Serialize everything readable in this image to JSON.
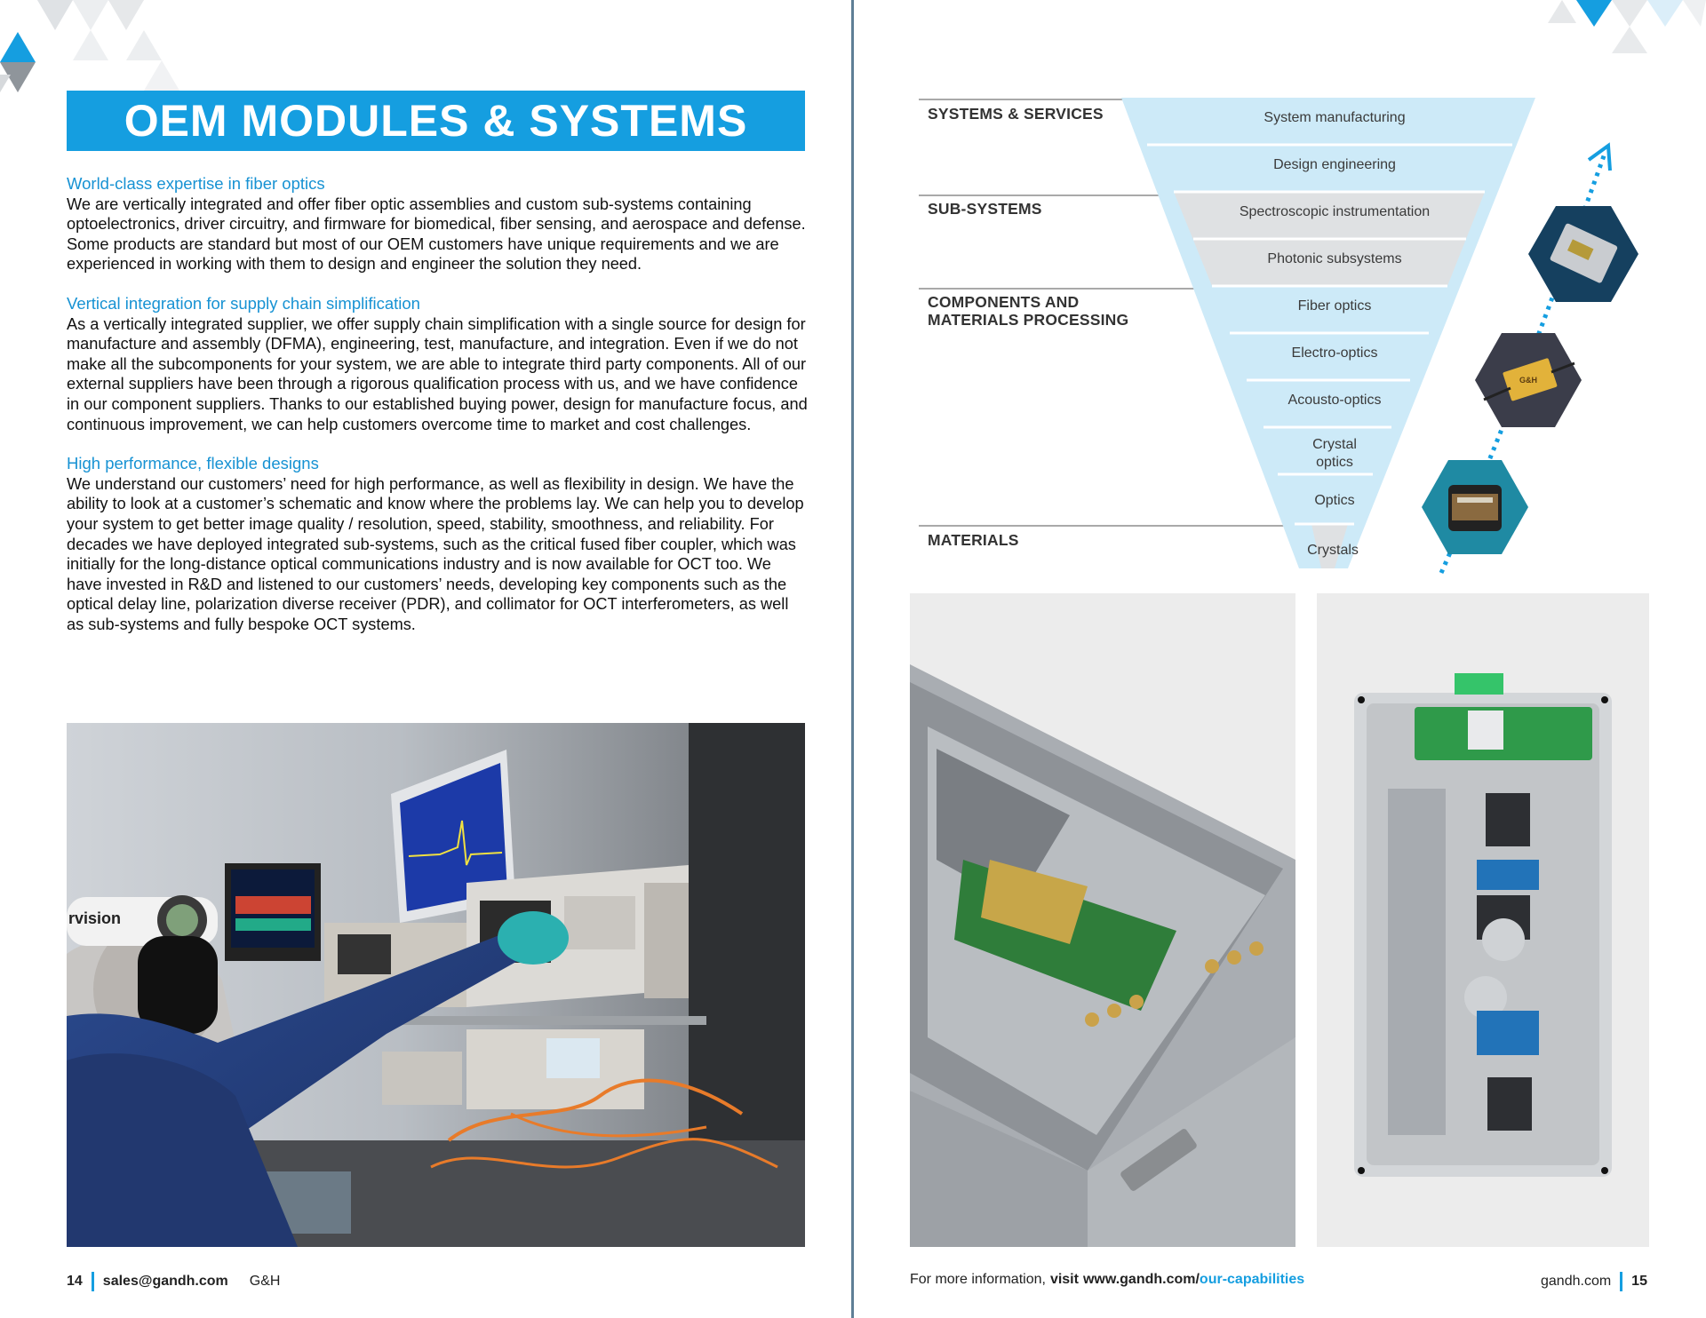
{
  "left_page": {
    "title": "OEM MODULES & SYSTEMS",
    "sections": [
      {
        "heading": "World-class expertise in fiber optics",
        "body": "We are vertically integrated and offer fiber optic assemblies and custom sub-systems containing optoelectronics, driver circuitry, and firmware for biomedical, fiber sensing, and aerospace and defense. Some products are standard but most of our OEM customers have unique requirements and we are experienced in working with them to design and engineer the solution they need."
      },
      {
        "heading": "Vertical integration for supply chain simplification",
        "body": "As a vertically integrated supplier, we offer supply chain simplification with a single source for design for manufacture and assembly (DFMA), engineering, test, manufacture, and integration. Even if we do not make all the subcomponents for your system, we are able to integrate third party components. All of our external suppliers have been through a rigorous qualification process with us, and we have confidence in our component suppliers. Thanks to our established buying power, design for manufacture focus, and continuous improvement, we can help customers overcome time to market and cost challenges."
      },
      {
        "heading": "High performance, flexible designs",
        "body": "We understand our customers’ need for high performance, as well as flexibility in design. We have the ability to look at a customer’s schematic and know where the problems lay. We can help you to develop your system to get better image quality / resolution, speed, stability, smoothness, and reliability. For decades we have deployed integrated sub-systems, such as the critical fused fiber coupler, which was initially for the long-distance optical communications industry and is now available for OCT too. We have invested in R&D and listened to our customers’ needs, developing key components such as the optical delay line, polarization diverse receiver (PDR), and collimator for OCT interferometers, as well as sub-systems and fully bespoke OCT systems."
      }
    ],
    "photo_goggle_text": "rvision",
    "footer": {
      "page_number": "14",
      "email": "sales@gandh.com",
      "brand": "G&H"
    }
  },
  "right_page": {
    "pyramid": {
      "categories": [
        "SYSTEMS & SERVICES",
        "SUB-SYSTEMS",
        "COMPONENTS AND MATERIALS PROCESSING",
        "MATERIALS"
      ],
      "tiers": [
        "System manufacturing",
        "Design engineering",
        "Spectroscopic instrumentation",
        "Photonic subsystems",
        "Fiber optics",
        "Electro-optics",
        "Acousto-optics",
        "Crystal optics",
        "Optics",
        "Crystals"
      ]
    },
    "module_label": "G&H",
    "footer": {
      "prefix": "For more information,",
      "visit": "visit",
      "url_base": "www.gandh.com/",
      "url_path": "our-capabilities",
      "site": "gandh.com",
      "page_number": "15"
    }
  },
  "colors": {
    "brand_blue": "#159ee0",
    "light_blue": "#cdeaf8",
    "light_gray": "#dfe1e3",
    "spine": "#5f7f96"
  }
}
